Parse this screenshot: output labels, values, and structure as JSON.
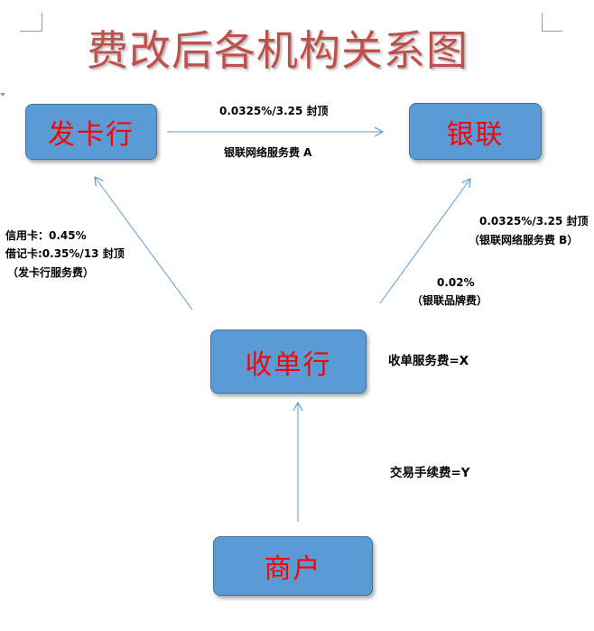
{
  "title": "费改后各机构关系图",
  "nodes": {
    "issuer": "发卡行",
    "unionpay": "银联",
    "acquirer": "收单行",
    "merchant": "商户"
  },
  "labels": {
    "top_rate": "0.0325%/3.25 封顶",
    "top_fee": "银联网络服务费 A",
    "left_credit": "信用卡：0.45%",
    "left_debit": "借记卡:0.35%/13 封顶",
    "left_fee": "（发卡行服务费）",
    "right_rate": "0.0325%/3.25 封顶",
    "right_fee": "（银联网络服务费 B）",
    "brand_rate": "0.02%",
    "brand_fee": "（银联品牌费）",
    "acquirer_fee": "收单服务费=X",
    "txn_fee": "交易手续费=Y"
  },
  "colors": {
    "box_fill": "#5b9bd5",
    "box_text": "#ff0000",
    "title": "#c0504d",
    "arrow": "#5b9bd5"
  }
}
